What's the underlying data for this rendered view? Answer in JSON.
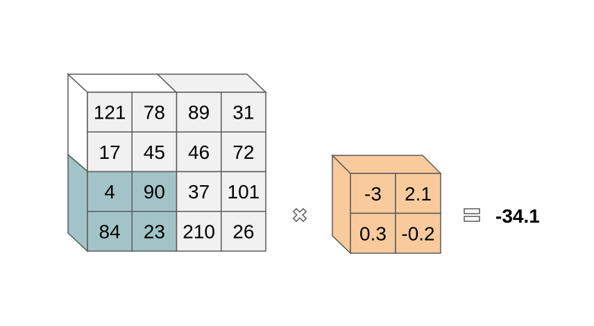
{
  "input_matrix": [
    [
      "121",
      "78",
      "89",
      "31"
    ],
    [
      "17",
      "45",
      "46",
      "72"
    ],
    [
      "4",
      "90",
      "37",
      "101"
    ],
    [
      "84",
      "23",
      "210",
      "26"
    ]
  ],
  "highlight": {
    "rows": [
      2,
      3
    ],
    "cols": [
      0,
      1
    ]
  },
  "kernel": [
    [
      "-3",
      "2.1"
    ],
    [
      "0.3",
      "-0.2"
    ]
  ],
  "operator_multiply_icon": "multiply-icon",
  "operator_equals_icon": "equals-icon",
  "result": "-34.1",
  "colors": {
    "cell_fill": "#f1f1f1",
    "highlight_fill": "#a2c4c9",
    "kernel_fill": "#f9cb9c",
    "stroke": "#595959"
  }
}
